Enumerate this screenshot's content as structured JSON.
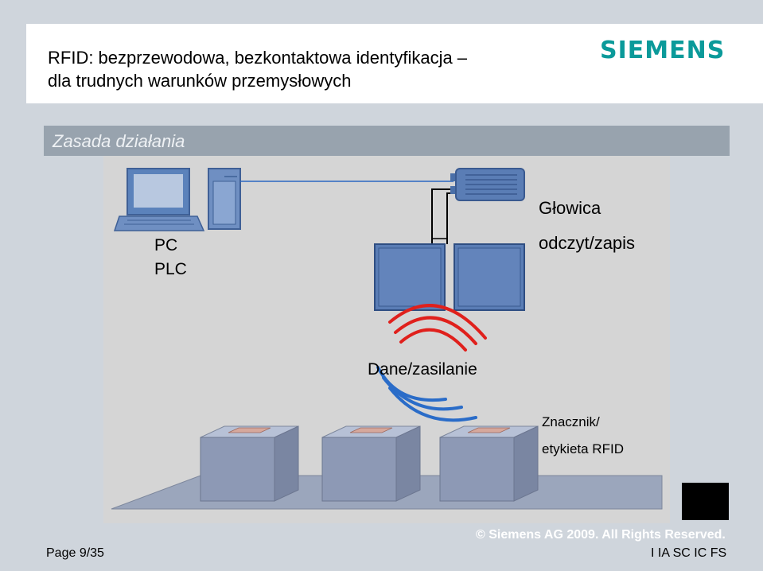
{
  "header": {
    "title_line1": "RFID: bezprzewodowa, bezkontaktowa identyfikacja –",
    "title_line2": "dla trudnych warunków przemysłowych",
    "logo": "SIEMENS"
  },
  "section": {
    "title": "Zasada działania"
  },
  "diagram": {
    "pc_label": "PC",
    "plc_label": "PLC",
    "head_label": "Głowica",
    "head_sublabel": "odczyt/zapis",
    "data_label": "Dane/zasilanie",
    "tag_label_line1": "Znacznik/",
    "tag_label_line2": "etykieta RFID",
    "colors": {
      "device_blue": "#5a7db5",
      "wave_red": "#e0201c",
      "wave_blue": "#2a6cc8",
      "box_gray": "#8d99b5"
    }
  },
  "footer": {
    "copyright": "© Siemens AG 2009. All Rights Reserved.",
    "dept": "I IA SC IC FS",
    "page": "Page 9/35"
  }
}
